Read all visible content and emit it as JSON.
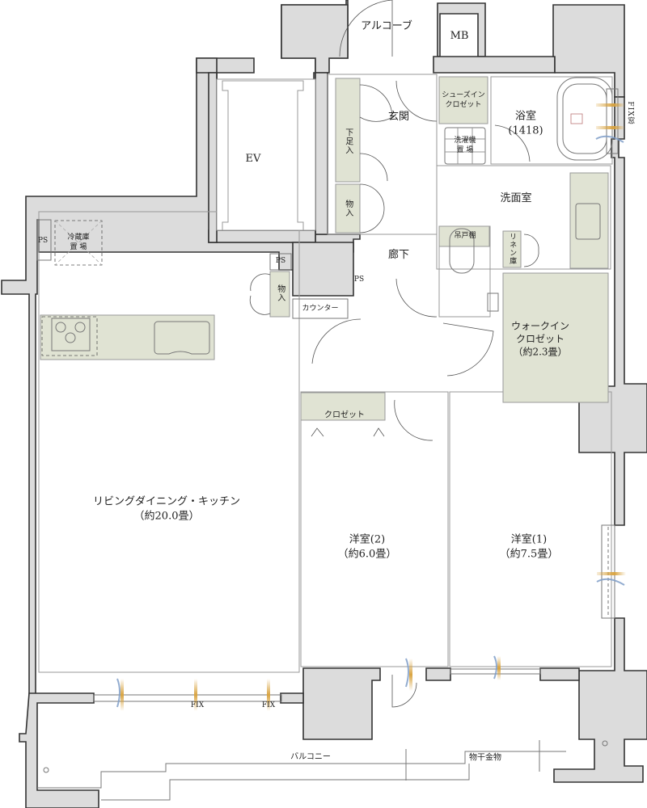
{
  "floor_plan": {
    "rooms": {
      "ldk": {
        "name": "リビングダイニング・キッチン",
        "size": "（約20.0畳）"
      },
      "western2": {
        "name": "洋室(2)",
        "size": "（約6.0畳）"
      },
      "western1": {
        "name": "洋室(1)",
        "size": "（約7.5畳）"
      },
      "walk_in_closet": {
        "line1": "ウォークイン",
        "line2": "クロゼット",
        "size": "（約2.3畳）"
      },
      "bathroom": {
        "name": "浴室",
        "size": "(1418)"
      },
      "washroom": "洗面室",
      "entrance": "玄関",
      "hallway": "廊下",
      "alcove": "アルコーブ",
      "balcony": "バルコニー",
      "elevator": "EV"
    },
    "storage": {
      "shoes_in_closet": {
        "line1": "シューズイン",
        "line2": "クロゼット"
      },
      "shoe_box": "下足入",
      "storage_entrance": "物入",
      "storage_kitchen": "物入",
      "closet_western2": "クロゼット",
      "linen": "リネン庫",
      "hanging_shelf": "吊戸棚"
    },
    "fixtures": {
      "meter_box": "MB",
      "ps_labels": [
        "PS",
        "PS",
        "PS"
      ],
      "counter": "カウンター",
      "fridge_space": {
        "line1": "冷蔵庫",
        "line2": "置 場"
      },
      "washer_space": {
        "line1": "洗濯機",
        "line2": "置 場"
      },
      "fix_window_bath": "FIX窓",
      "fix_labels": [
        "FIX",
        "FIX"
      ],
      "laundry_hardware": "物干金物"
    },
    "colors": {
      "wall": "#dcdcdc",
      "wall_outline": "#333333",
      "storage": "#e0e3d3",
      "airflow_warm": "#d9a441",
      "airflow_cool": "#7f9ec8"
    }
  }
}
